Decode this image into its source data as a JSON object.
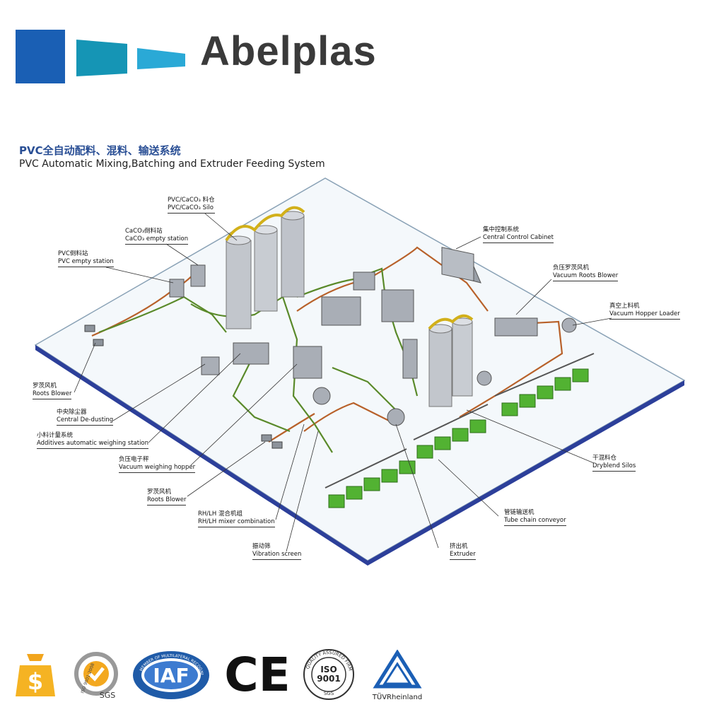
{
  "brand": {
    "name": "Abelplas"
  },
  "diagram": {
    "title_cn": "PVC全自动配料、混料、输送系统",
    "title_en": "PVC Automatic Mixing,Batching and Extruder Feeding System",
    "labels": [
      {
        "cn": "PVC/CaCO₃ 料仓",
        "en": "PVC/CaCO₃ Silo"
      },
      {
        "cn": "CaCO₃倒料站",
        "en": "CaCO₃ empty station"
      },
      {
        "cn": "PVC倒料站",
        "en": "PVC empty station"
      },
      {
        "cn": "集中控制系统",
        "en": "Central Control Cabinet"
      },
      {
        "cn": "负压罗茨风机",
        "en": "Vacuum Roots Blower"
      },
      {
        "cn": "真空上料机",
        "en": "Vacuum Hopper Loader"
      },
      {
        "cn": "罗茨风机",
        "en": "Roots Blower"
      },
      {
        "cn": "中央除尘器",
        "en": "Central De-dusting"
      },
      {
        "cn": "小料计量系统",
        "en": "Additives automatic weighing station"
      },
      {
        "cn": "负压电子秤",
        "en": "Vacuum weighing hopper"
      },
      {
        "cn": "罗茨风机",
        "en": "Roots Blower"
      },
      {
        "cn": "RH/LH 混合机组",
        "en": "RH/LH mixer combination"
      },
      {
        "cn": "振动筛",
        "en": "Vibration screen"
      },
      {
        "cn": "挤出机",
        "en": "Extruder"
      },
      {
        "cn": "管链输送机",
        "en": "Tube chain conveyor"
      },
      {
        "cn": "干混料仓",
        "en": "Dryblend Silos"
      }
    ]
  },
  "certifications": {
    "sgs_text": "SGS",
    "iaf_text": "IAF",
    "iaf_ring": "MEMBER OF MULTILATERAL RECOGNITION ARRANGEMENT",
    "ce_text": "CE",
    "iso_text": "ISO",
    "iso_num": "9001",
    "iso_ring": "QUALITY ASSURED FIRM",
    "iso_sgs": "SGS",
    "iso9001_2008": "ISO 9001:2008",
    "tuv_text": "TÜVRheinland"
  },
  "colors": {
    "logo_blue": "#1a5fb4",
    "logo_teal": "#1595b5",
    "logo_cyan": "#2aa9d6",
    "platform_edge": "#2c3f9a",
    "pipe_green": "#5a8a2a",
    "pipe_orange": "#b8612a",
    "machine_green": "#52b232"
  }
}
